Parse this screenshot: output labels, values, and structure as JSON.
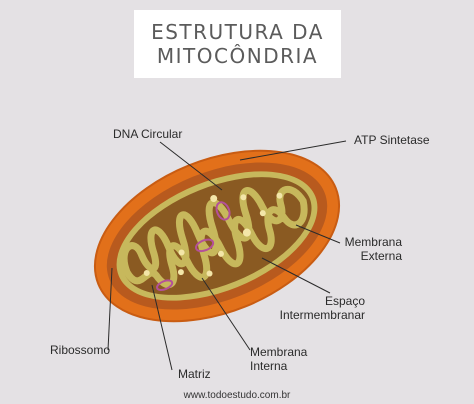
{
  "title": {
    "line1": "ESTRUTURA DA",
    "line2": "MITOCÔNDRIA"
  },
  "labels": {
    "dna": "DNA Circular",
    "atp": "ATP Sintetase",
    "membrana_externa_1": "Membrana",
    "membrana_externa_2": "Externa",
    "espaco_1": "Espaço",
    "espaco_2": "Intermembranar",
    "ribossomo": "Ribossomo",
    "matriz": "Matriz",
    "membrana_interna_1": "Membrana",
    "membrana_interna_2": "Interna"
  },
  "footer": "www.todoestudo.com.br",
  "colors": {
    "background": "#e4e1e4",
    "outer_membrane": "#e2701a",
    "intermembrane_space": "#b85a1e",
    "matrix": "#8a5a22",
    "inner_membrane": "#c7b85c",
    "dna": "#b4509a",
    "particles": "#f3e6a8"
  }
}
